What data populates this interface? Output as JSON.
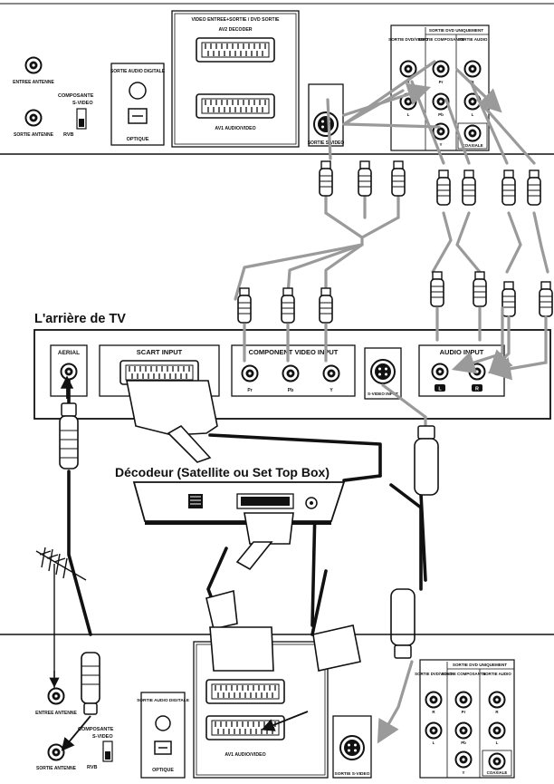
{
  "colors": {
    "ink": "#111111",
    "cable_gray": "#9a9a9a",
    "cable_black": "#111111",
    "panel_fill": "#ffffff"
  },
  "top_player": {
    "antenna_in": "ENTREE ANTENNE",
    "antenna_out": "SORTIE ANTENNE",
    "switch_opt1": "COMPOSANTE",
    "switch_opt2": "S-VIDEO",
    "switch_opt3": "RVB",
    "digital_audio_label": "SORTIE AUDIO DIGITALE",
    "optical_label": "OPTIQUE",
    "scart_header": "VIDEO ENTREE+SORTIE / DVD SORTIE",
    "av2_label": "AV2 DECODER",
    "av1_label": "AV1 AUDIO/VIDEO",
    "svideo_out": "SORTIE S-VIDEO",
    "dvd_only_header": "SORTIE DVD UNIQUEMENT",
    "dvd_video_label": "SORTIE DVD/VIDEO",
    "component_label": "SORTIE COMPOSANTE",
    "audio_label": "SORTIE AUDIO",
    "coax_label": "COAXIALE",
    "jack_r": "R",
    "jack_l": "L",
    "jack_pr": "Pr",
    "jack_pb": "Pb",
    "jack_y": "Y"
  },
  "tv": {
    "title": "L'arrière de TV",
    "aerial": "AERIAL",
    "scart_input": "SCART INPUT",
    "component_input": "COMPONENT VIDEO INPUT",
    "audio_input": "AUDIO INPUT",
    "svideo_input": "S-VIDEO INPUT",
    "jack_pr": "Pr",
    "jack_pb": "Pb",
    "jack_y": "Y",
    "jack_l": "L",
    "jack_r": "R"
  },
  "decoder": {
    "title": "Décodeur (Satellite ou Set Top Box)"
  },
  "bottom_player": {
    "antenna_in": "ENTREE ANTENNE",
    "antenna_out": "SORTIE ANTENNE",
    "switch_opt1": "COMPOSANTE",
    "switch_opt2": "S-VIDEO",
    "switch_opt3": "RVB",
    "digital_audio_label": "SORTIE AUDIO DIGITALE",
    "optical_label": "OPTIQUE",
    "av1_label": "AV1 AUDIO/VIDEO",
    "svideo_out": "SORTIE S-VIDEO",
    "dvd_only_header": "SORTIE DVD UNIQUEMENT",
    "dvd_video_label": "SORTIE DVD/VIDEO",
    "component_label": "SORTIE COMPOSANTE",
    "audio_label": "SORTIE AUDIO",
    "coax_label": "COAXIALE",
    "jack_r": "R",
    "jack_l": "L",
    "jack_pr": "Pr",
    "jack_pb": "Pb",
    "jack_y": "Y"
  }
}
